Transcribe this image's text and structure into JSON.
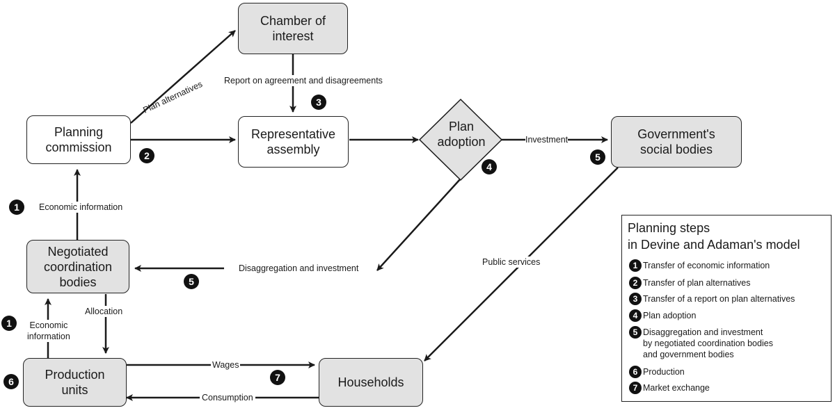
{
  "nodes": {
    "chamber": "Chamber of\ninterest",
    "planning": "Planning\ncommission",
    "assembly": "Representative\nassembly",
    "plan_adoption": "Plan\nadoption",
    "government": "Government's\nsocial bodies",
    "negotiated": "Negotiated\ncoordination\nbodies",
    "production": "Production\nunits",
    "households": "Households"
  },
  "edges": {
    "plan_alternatives": "Plan alternatives",
    "report": "Report on agreement and disagreements",
    "investment": "Investment",
    "economic_info_top": "Economic information",
    "disaggregation": "Disaggregation and investment",
    "public_services": "Public services",
    "allocation": "Allocation",
    "economic_info_bottom": "Economic\ninformation",
    "wages": "Wages",
    "consumption": "Consumption"
  },
  "step_markers": {
    "s1_top": "1",
    "s2": "2",
    "s3": "3",
    "s4": "4",
    "s5_right": "5",
    "s5_left": "5",
    "s1_bottom": "1",
    "s6": "6",
    "s7": "7"
  },
  "legend": {
    "title": "Planning steps\nin Devine and Adaman's model",
    "items": [
      {
        "num": "1",
        "text": "Transfer of economic information"
      },
      {
        "num": "2",
        "text": "Transfer of plan alternatives"
      },
      {
        "num": "3",
        "text": "Transfer of a report on plan alternatives"
      },
      {
        "num": "4",
        "text": "Plan adoption"
      },
      {
        "num": "5",
        "text": "Disaggregation and investment\nby negotiated coordination bodies\nand government bodies"
      },
      {
        "num": "6",
        "text": "Production"
      },
      {
        "num": "7",
        "text": "Market exchange"
      }
    ]
  }
}
